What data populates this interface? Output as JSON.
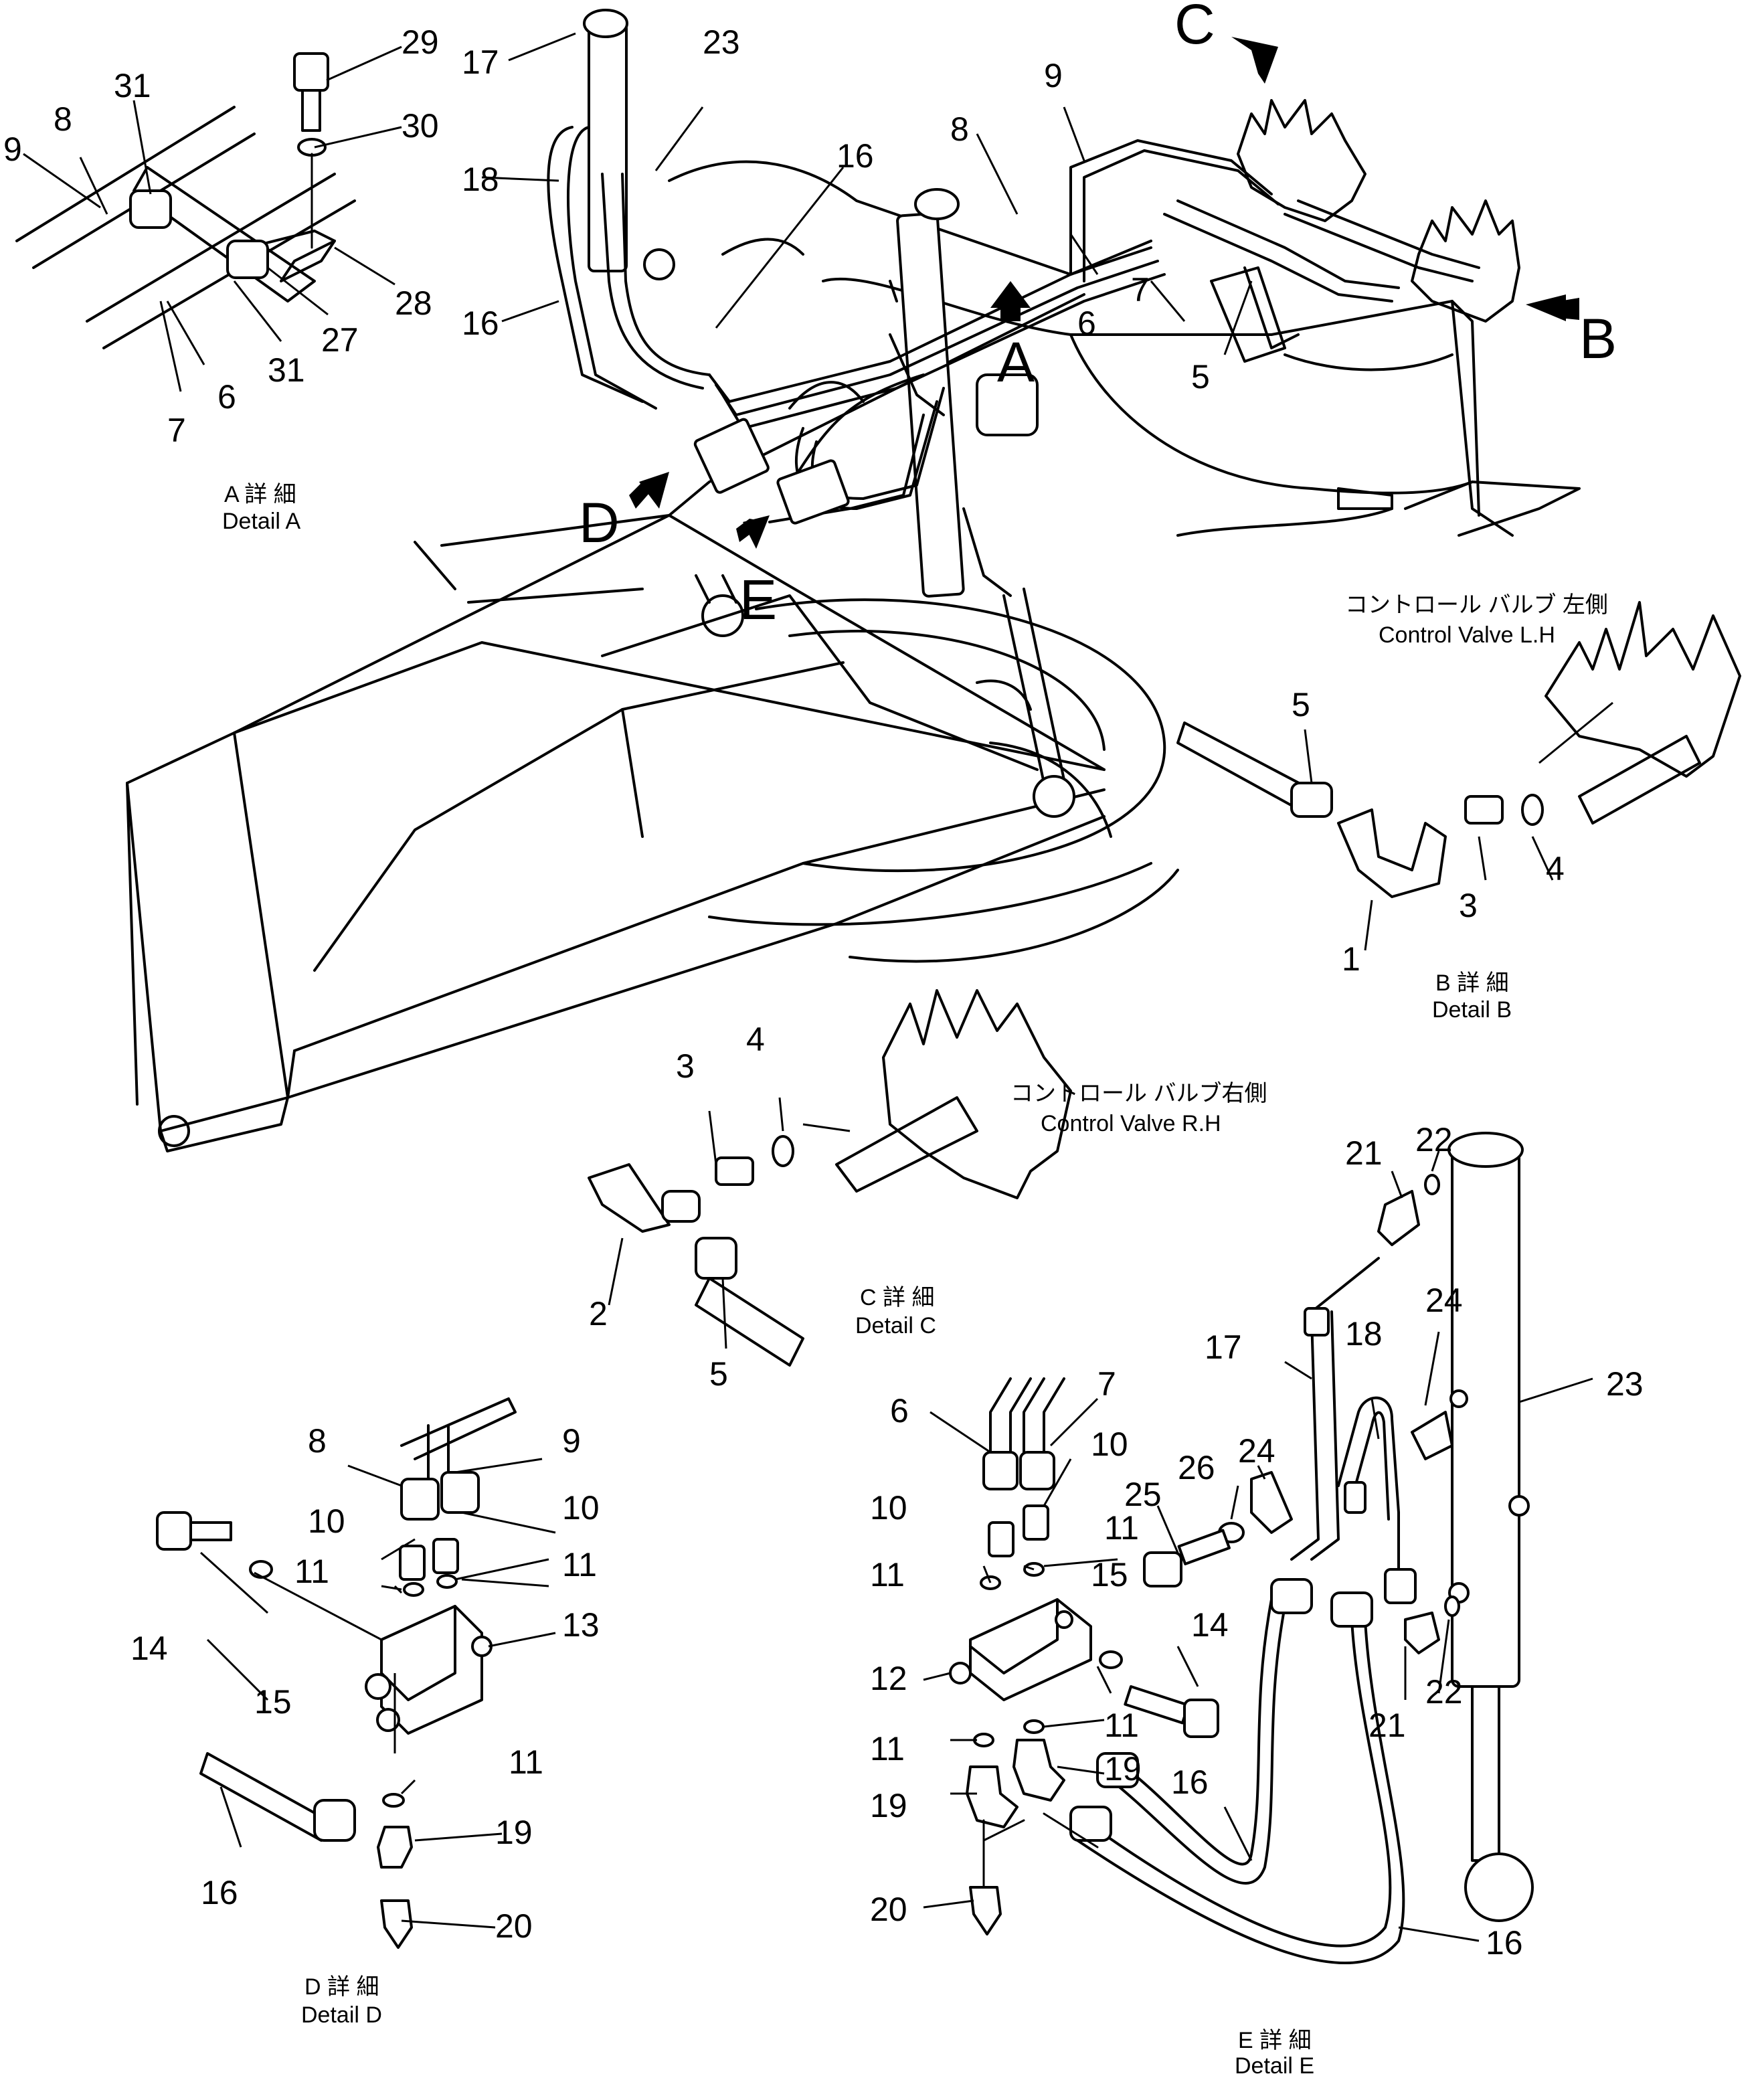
{
  "callouts": {
    "c29": "29",
    "c23a": "23",
    "c17a": "17",
    "c31a": "31",
    "c30": "30",
    "c9a": "9",
    "c8a": "8",
    "c16a": "16",
    "c18a": "18",
    "c9b": "9",
    "c8b": "8",
    "c28": "28",
    "c16b": "16",
    "c27": "27",
    "c31b": "31",
    "c6a": "6",
    "c7a": "7",
    "c6b": "6",
    "c7b": "7",
    "c5a": "5",
    "c5b": "5",
    "c4a": "4",
    "c3a": "3",
    "c1": "1",
    "c22a": "22",
    "c3b": "3",
    "c4b": "4",
    "c21a": "21",
    "c2": "2",
    "c5c": "5",
    "c17b": "17",
    "c18b": "18",
    "c24a": "24",
    "c23b": "23",
    "c6c": "6",
    "c7c": "7",
    "c10a": "10",
    "c26": "26",
    "c24b": "24",
    "c25": "25",
    "c8c": "8",
    "c9c": "9",
    "c10b": "10",
    "c10c": "10",
    "c11a": "11",
    "c11b": "11",
    "c11c": "11",
    "c14a": "14",
    "c13": "13",
    "c15a": "15",
    "c10d": "10",
    "c11d": "11",
    "c15b": "15",
    "c14b": "14",
    "c12": "12",
    "c11e": "11",
    "c11f": "11",
    "c11g": "11",
    "c19a": "19",
    "c16c": "16",
    "c20a": "20",
    "c19b": "19",
    "c19c": "19",
    "c20b": "20",
    "c16d": "16",
    "c16e": "16",
    "c21b": "21",
    "c22b": "22"
  },
  "view_arrows": {
    "A": "A",
    "B": "B",
    "C": "C",
    "D": "D",
    "E": "E"
  },
  "details": {
    "A": {
      "jp": "A 詳 細",
      "en": "Detail A"
    },
    "B": {
      "jp": "B 詳 細",
      "en": "Detail B"
    },
    "C": {
      "jp": "C 詳 細",
      "en": "Detail C"
    },
    "D": {
      "jp": "D 詳 細",
      "en": "Detail D"
    },
    "E": {
      "jp": "E 詳 細",
      "en": "Detail E"
    }
  },
  "valve_labels": {
    "left_jp": "コントロール バルブ 左側",
    "left_en": "Control Valve L.H",
    "right_jp": "コントロール バルブ右側",
    "right_en": "Control Valve R.H"
  }
}
